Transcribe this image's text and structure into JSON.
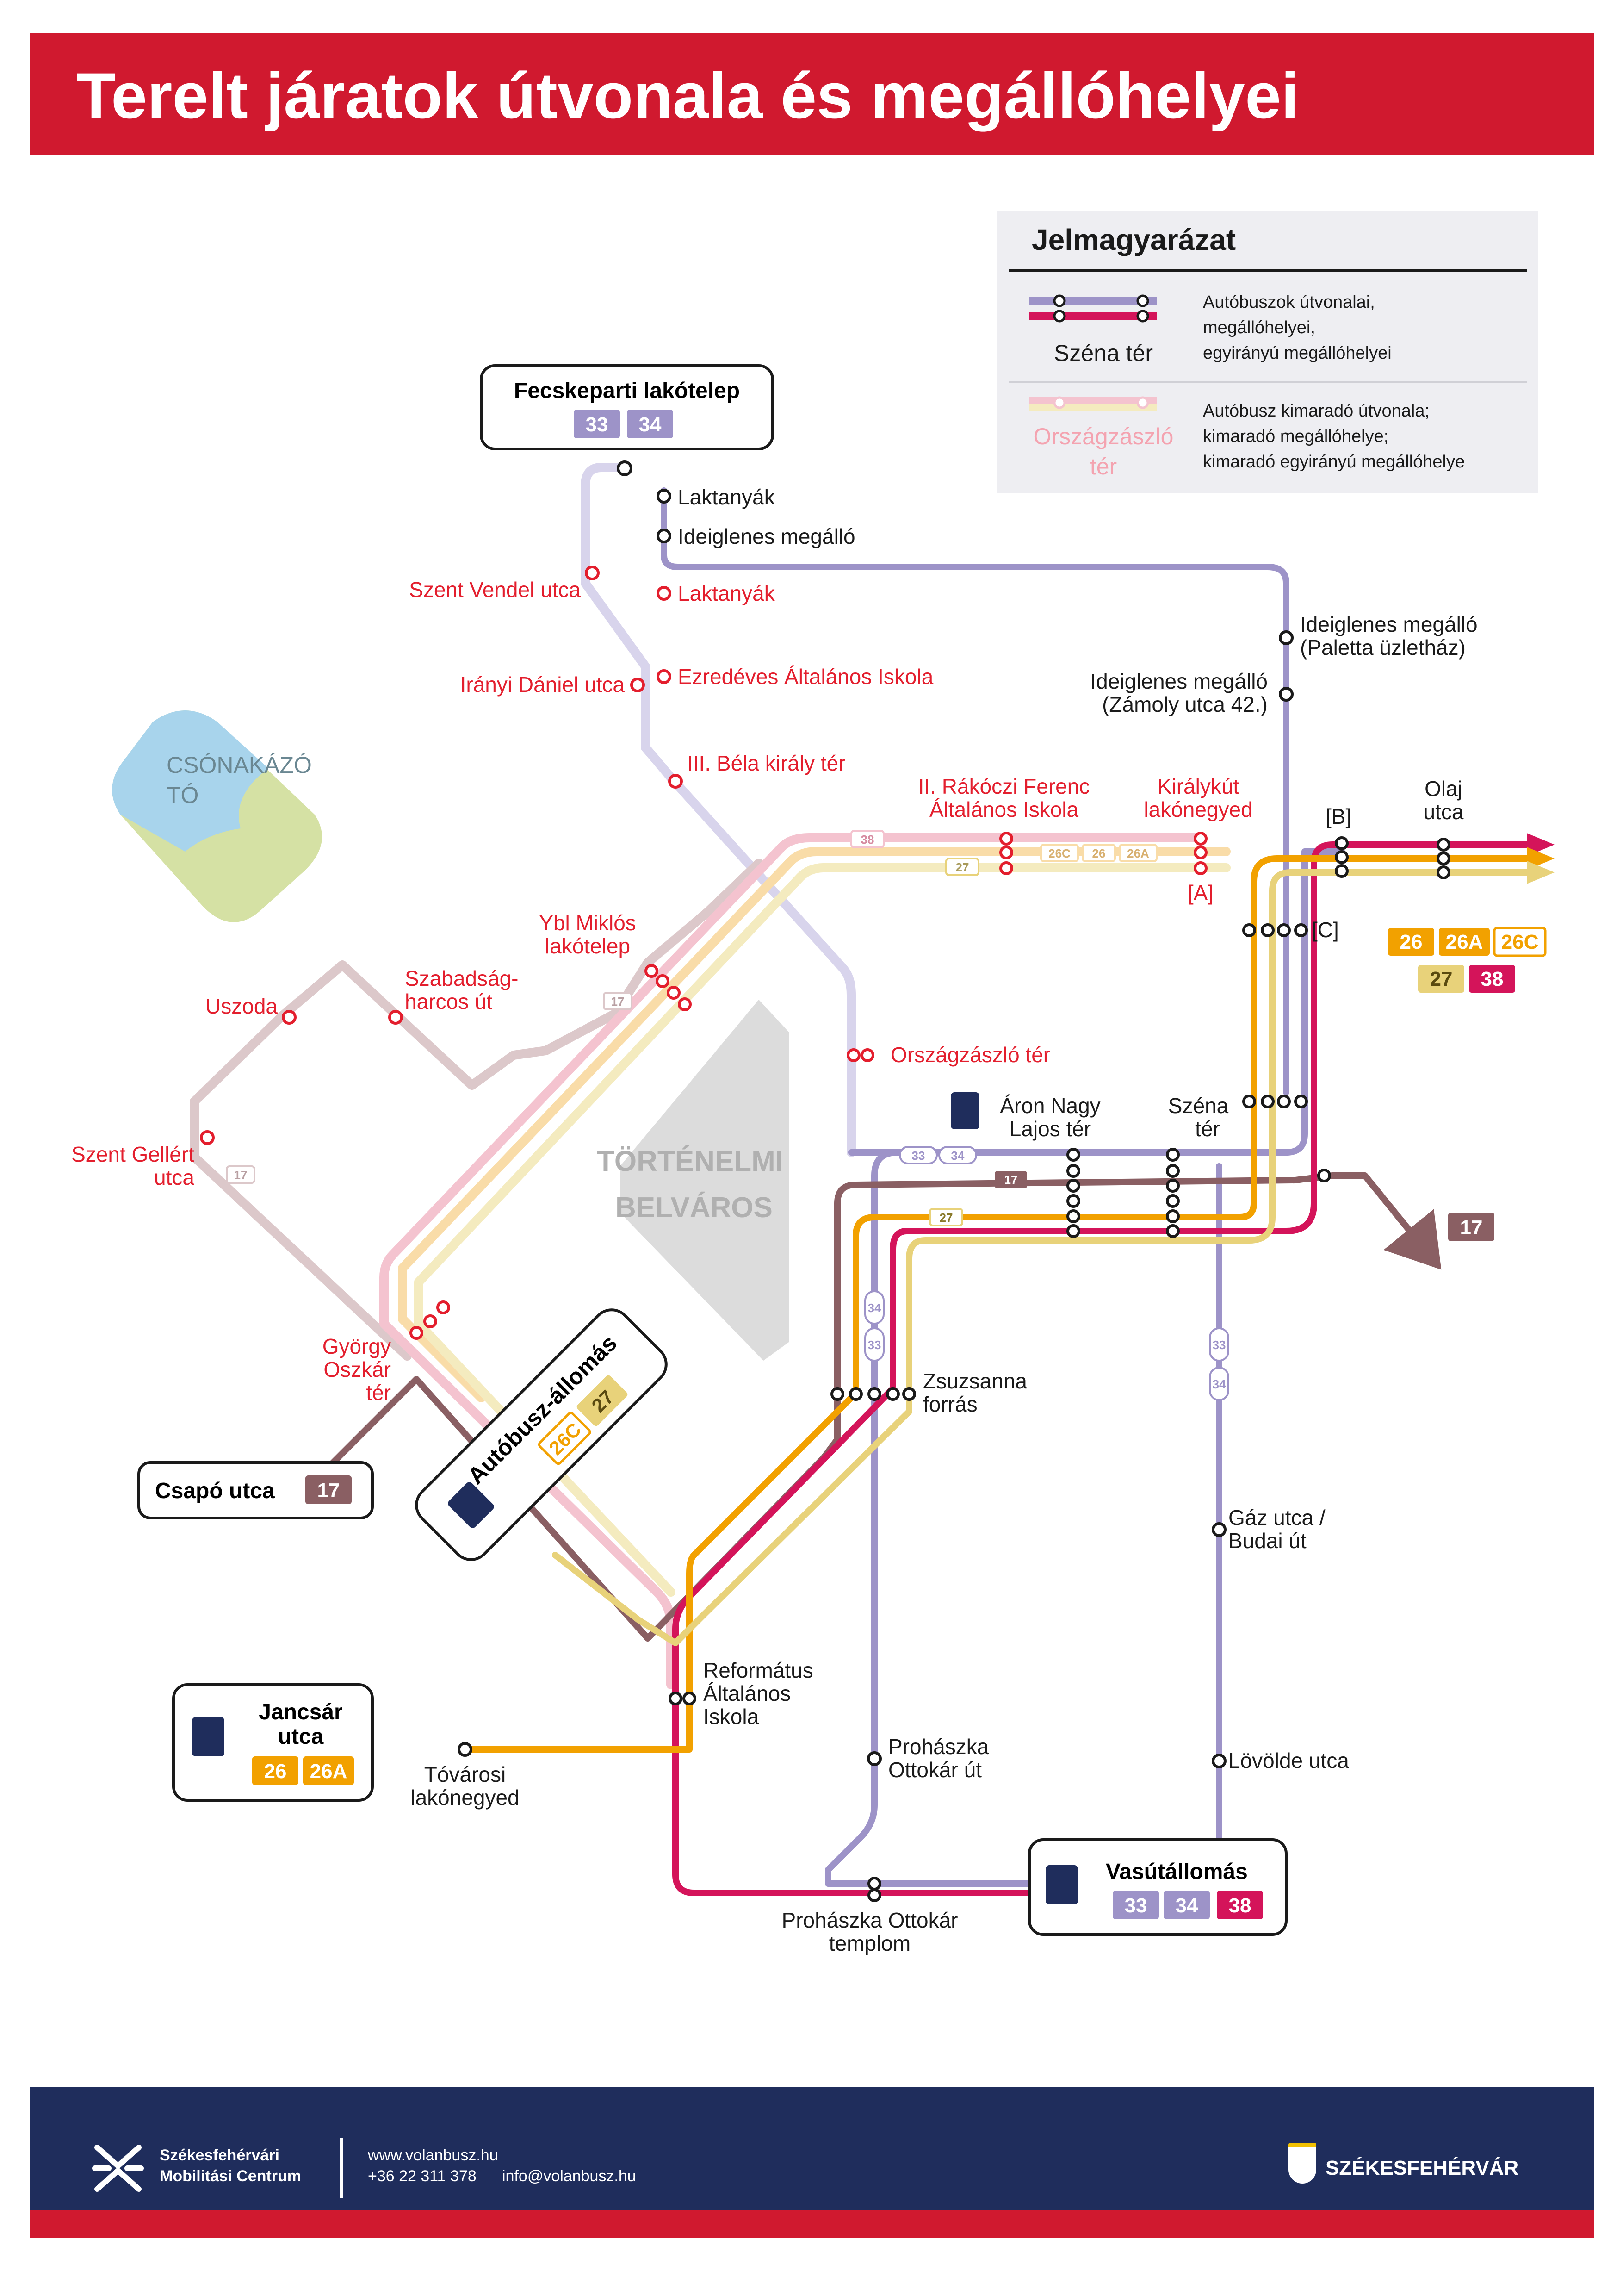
{
  "title": "Terelt járatok útvonala és megállóhelyei",
  "legend": {
    "title": "Jelmagyarázat",
    "active_stop": "Széna tér",
    "active_desc": [
      "Autóbuszok útvonalai,",
      "megállóhelyei,",
      "egyirányú megállóhelyei"
    ],
    "skipped_stop": [
      "Országzászló",
      "tér"
    ],
    "skipped_desc": [
      "Autóbusz kimaradó útvonala;",
      "kimaradó megállóhelye;",
      "kimaradó egyirányú megállóhelye"
    ]
  },
  "area_labels": {
    "lake": [
      "CSÓNAKÁZÓ",
      "TÓ"
    ],
    "center": [
      "TÖRTÉNELMI",
      "BELVÁROS"
    ]
  },
  "terminals": {
    "fecskeparti": {
      "name": "Fecskeparti lakótelep",
      "routes": [
        "33",
        "34"
      ]
    },
    "csapo": {
      "name": "Csapó utca",
      "routes": [
        "17"
      ]
    },
    "autobusz": {
      "name": "Autóbusz-állomás",
      "routes": [
        "26C",
        "27"
      ]
    },
    "jancsar": {
      "name": [
        "Jancsár",
        "utca"
      ],
      "routes": [
        "26",
        "26A"
      ]
    },
    "vasut": {
      "name": "Vasútállomás",
      "routes": [
        "33",
        "34",
        "38"
      ]
    }
  },
  "stops_active": {
    "laktanyak": "Laktanyák",
    "ideiglenes": "Ideiglenes megálló",
    "paletta": [
      "Ideiglenes megálló",
      "(Paletta üzletház)"
    ],
    "zamoly": [
      "Ideiglenes megálló",
      "(Zámoly utca 42.)"
    ],
    "olaj": [
      "Olaj",
      "utca"
    ],
    "b": "[B]",
    "c": "[C]",
    "a": "[A]",
    "aron": [
      "Áron Nagy",
      "Lajos tér"
    ],
    "szena": [
      "Széna",
      "tér"
    ],
    "zsuzsanna": [
      "Zsuzsanna",
      "forrás"
    ],
    "gaz": [
      "Gáz utca /",
      "Budai út"
    ],
    "lovolde": "Lövölde utca",
    "reformatus": [
      "Református",
      "Általános",
      "Iskola"
    ],
    "tovarosi": [
      "Tóvárosi",
      "lakónegyed"
    ],
    "prohaszka_ut": [
      "Prohászka",
      "Ottokár út"
    ],
    "prohaszka_templom": [
      "Prohászka Ottokár",
      "templom"
    ]
  },
  "stops_skipped": {
    "szent_vendel": "Szent Vendel utca",
    "laktanyak": "Laktanyák",
    "iranyi": "Irányi Dániel utca",
    "ezredeves": "Ezredéves Általános Iskola",
    "bela": "III. Béla király tér",
    "rakoczi": [
      "II. Rákóczi Ferenc",
      "Általános Iskola"
    ],
    "kiralykut": [
      "Királykút",
      "lakónegyed"
    ],
    "ybl": [
      "Ybl Miklós",
      "lakótelep"
    ],
    "szabadsag": [
      "Szabadság-",
      "harcos út"
    ],
    "uszoda": "Uszoda",
    "orszagzaszlo": "Országzászló tér",
    "szent_gellert": [
      "Szent Gellért",
      "utca"
    ],
    "gyorgy": [
      "György",
      "Oszkár",
      "tér"
    ]
  },
  "route_badges_east": [
    "26",
    "26A",
    "26C",
    "27",
    "38"
  ],
  "route_badge_17": "17",
  "line_tags": {
    "r33": "33",
    "r34": "34",
    "r17": "17",
    "r27": "27",
    "r38": "38",
    "r26": "26",
    "r26a": "26A",
    "r26c": "26C"
  },
  "footer": {
    "org": [
      "Székesfehérvári",
      "Mobilitási Centrum"
    ],
    "web": "www.volanbusz.hu",
    "phone": "+36 22 311 378",
    "email": "info@volanbusz.hu",
    "city": "SZÉKESFEHÉRVÁR"
  },
  "colors": {
    "route_33_34": "#9d93c8",
    "route_17": "#8a5f63",
    "route_26": "#f2a100",
    "route_27": "#e8d27a",
    "route_38": "#d4145a",
    "skipped_stop": "#e31e2d",
    "header": "#d0192f",
    "footer": "#1f2d5c"
  }
}
